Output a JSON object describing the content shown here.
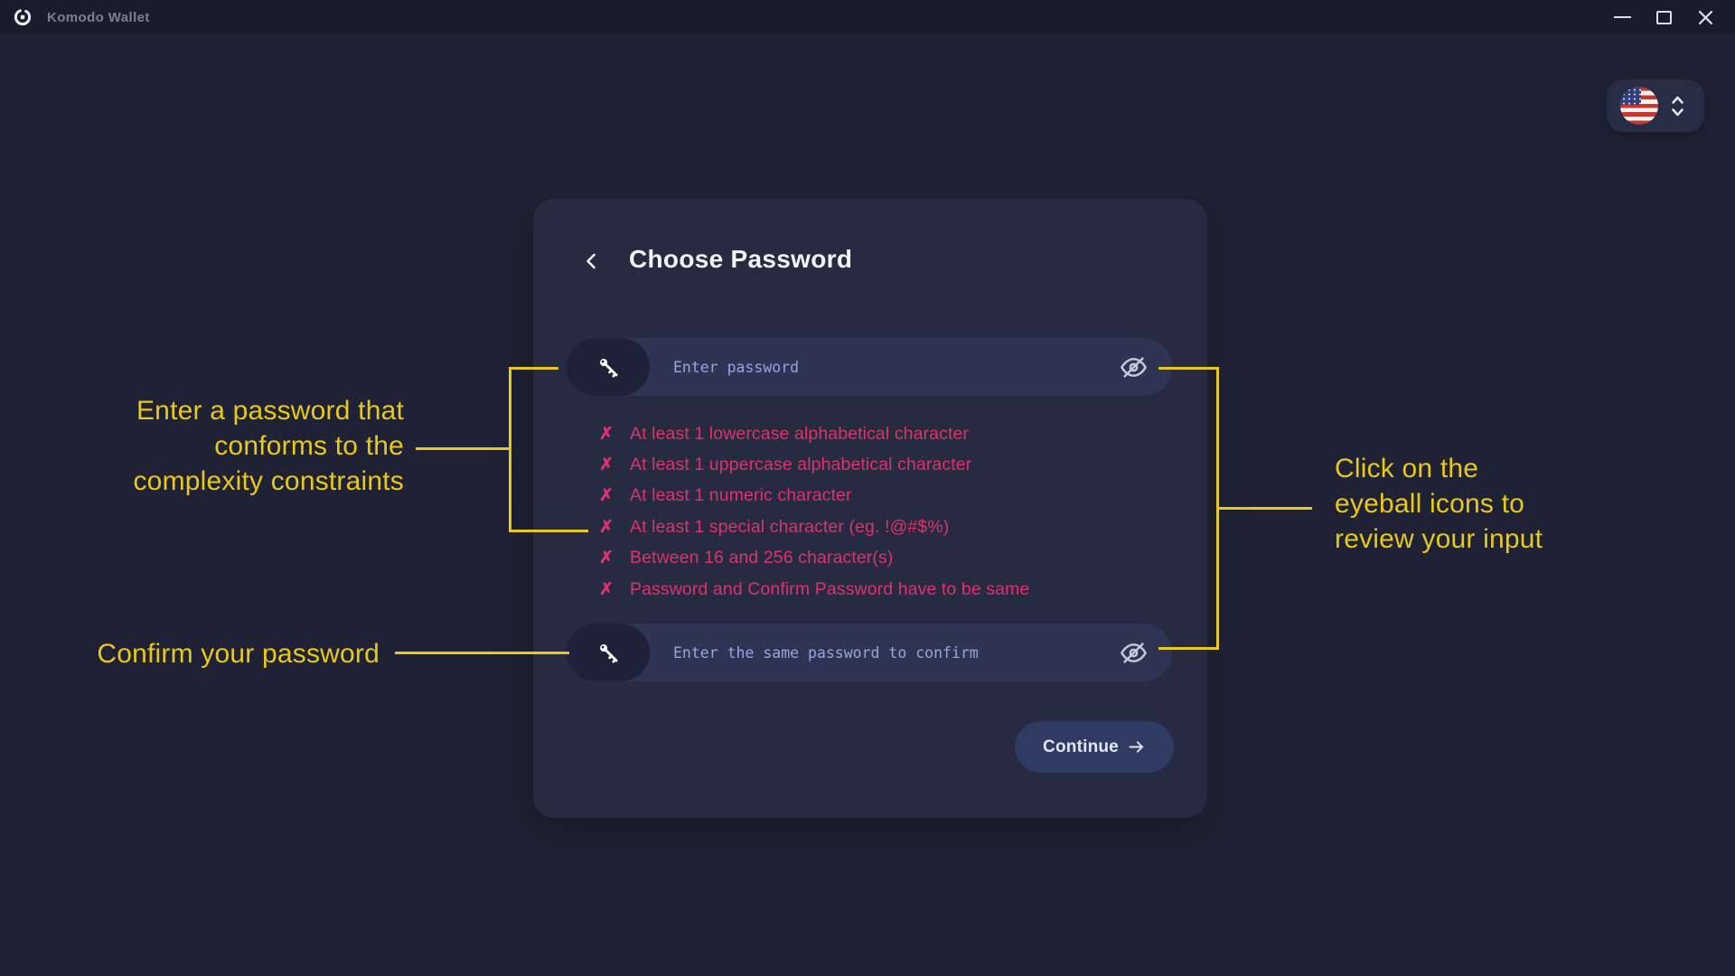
{
  "window": {
    "app_title": "Komodo Wallet",
    "controls": {
      "minimize": "minimize-icon",
      "maximize": "maximize-icon",
      "close": "close-icon"
    }
  },
  "language_selector": {
    "flag": "us-flag-icon",
    "expander": "chevron-up-down-icon"
  },
  "card": {
    "back_icon": "chevron-left-icon",
    "title": "Choose Password",
    "password_input": {
      "icon": "key-icon",
      "placeholder": "Enter password",
      "value": "",
      "toggle_icon": "eye-off-icon"
    },
    "confirm_input": {
      "icon": "key-icon",
      "placeholder": "Enter the same password to confirm",
      "value": "",
      "toggle_icon": "eye-off-icon"
    },
    "validation": {
      "mark": "✗",
      "items": [
        "At least 1 lowercase alphabetical character",
        "At least 1 uppercase alphabetical character",
        "At least 1 numeric character",
        "At least 1 special character (eg. !@#$%)",
        "Between 16 and 256 character(s)",
        "Password and Confirm Password have to be same"
      ]
    },
    "continue_button": {
      "label": "Continue",
      "icon": "arrow-right-icon"
    }
  },
  "annotations": {
    "password_hint": {
      "lines": [
        "Enter a password that",
        "conforms to the",
        "complexity constraints"
      ]
    },
    "confirm_hint": {
      "lines": [
        "Confirm your password"
      ]
    },
    "eyeball_hint": {
      "lines": [
        "Click on the",
        "eyeball icons to",
        "review your input"
      ]
    }
  },
  "colors": {
    "background": "#1e2234",
    "titlebar": "#191d2b",
    "card": "#262b41",
    "input": "#2e3453",
    "input_icon_cap": "#1d2238",
    "placeholder": "#97a4e0",
    "error_text": "#dc336c",
    "annotation_yellow": "#e8c81a",
    "continue_button": "#303b63"
  }
}
